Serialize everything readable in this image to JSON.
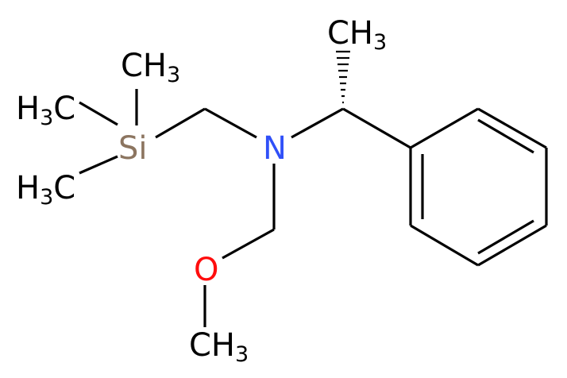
{
  "molecule": {
    "colors": {
      "bond": "#000000",
      "carbon": "#000000",
      "nitrogen": "#3050F8",
      "oxygen": "#FF0D0D",
      "silicon": "#8C7560"
    },
    "atoms": {
      "ch3_stereo": {
        "main": "CH",
        "sub": "3"
      },
      "ch3_si_top": {
        "main": "CH",
        "sub": "3"
      },
      "h3c_si_upper": {
        "pre": "H",
        "sub": "3",
        "post": "C"
      },
      "h3c_si_lower": {
        "pre": "H",
        "sub": "3",
        "post": "C"
      },
      "silicon": {
        "main": "Si"
      },
      "nitrogen": {
        "main": "N"
      },
      "oxygen": {
        "main": "O"
      },
      "ch3_methoxy": {
        "main": "CH",
        "sub": "3"
      }
    }
  }
}
